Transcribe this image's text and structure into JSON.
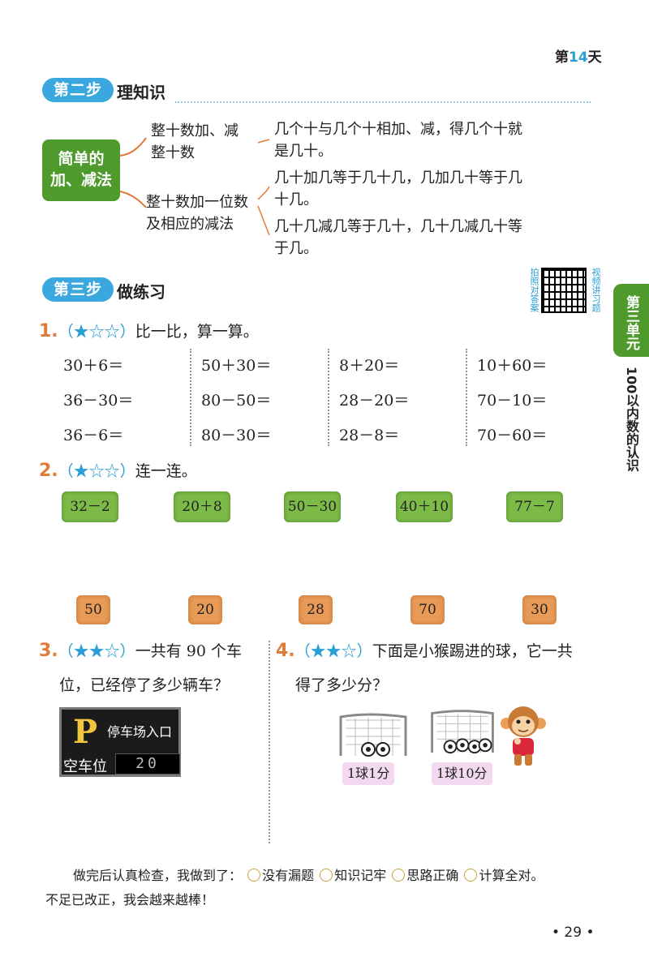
{
  "header": {
    "day_prefix": "第",
    "day_number": "14",
    "day_suffix": "天"
  },
  "step2": {
    "pill": "第二步",
    "title": "理知识"
  },
  "knowledge": {
    "center": [
      "简单的",
      "加、减法"
    ],
    "branch1": [
      "整十数加、减",
      "整十数"
    ],
    "branch2": [
      "整十数加一位数",
      "及相应的减法"
    ],
    "rule1": [
      "几个十与几个十相加、减，得几个十就",
      "是几十。"
    ],
    "rule2": [
      "几十加几等于几十几，几加几十等于几",
      "十几。"
    ],
    "rule3": [
      "几十几减几等于几十，几十几减几十等",
      "于几。"
    ]
  },
  "qr_left": "拍照对答案",
  "qr_right": "视频讲习题",
  "side": {
    "tab": "第三单元",
    "subtitle": "100以内数的认识"
  },
  "step3": {
    "pill": "第三步",
    "title": "做练习"
  },
  "q1": {
    "num": "1.",
    "stars": "（★☆☆）",
    "text": "比一比，算一算。",
    "columns": [
      [
        "30＋6＝",
        "36－30＝",
        "36－6＝"
      ],
      [
        "50＋30＝",
        "80－50＝",
        "80－30＝"
      ],
      [
        "8＋20＝",
        "28－20＝",
        "28－8＝"
      ],
      [
        "10＋60＝",
        "70－10＝",
        "70－60＝"
      ]
    ]
  },
  "q2": {
    "num": "2.",
    "stars": "（★☆☆）",
    "text": "连一连。",
    "top": [
      "32－2",
      "20＋8",
      "50－30",
      "40＋10",
      "77－7"
    ],
    "bottom": [
      "50",
      "20",
      "28",
      "70",
      "30"
    ]
  },
  "q3": {
    "num": "3.",
    "stars": "（★★☆）",
    "line1": "一共有 90 个车",
    "line2": "位，已经停了多少辆车？",
    "sign": {
      "p": "P",
      "title": "停车场入口",
      "label": "空车位",
      "value": "20"
    }
  },
  "q4": {
    "num": "4.",
    "stars": "（★★☆）",
    "line1": "下面是小猴踢进的球，它一共",
    "line2": "得了多少分？",
    "score1": "1球1分",
    "score2": "1球10分"
  },
  "footer": {
    "lead": "做完后认真检查，我做到了：",
    "items": [
      "没有漏题",
      "知识记牢",
      "思路正确",
      "计算全对。"
    ],
    "line2": "不足已改正，我会越来越棒！"
  },
  "page_number": "• 29 •",
  "colors": {
    "blue": "#3aa7de",
    "green": "#4f9a2c",
    "orange": "#e07b39"
  }
}
